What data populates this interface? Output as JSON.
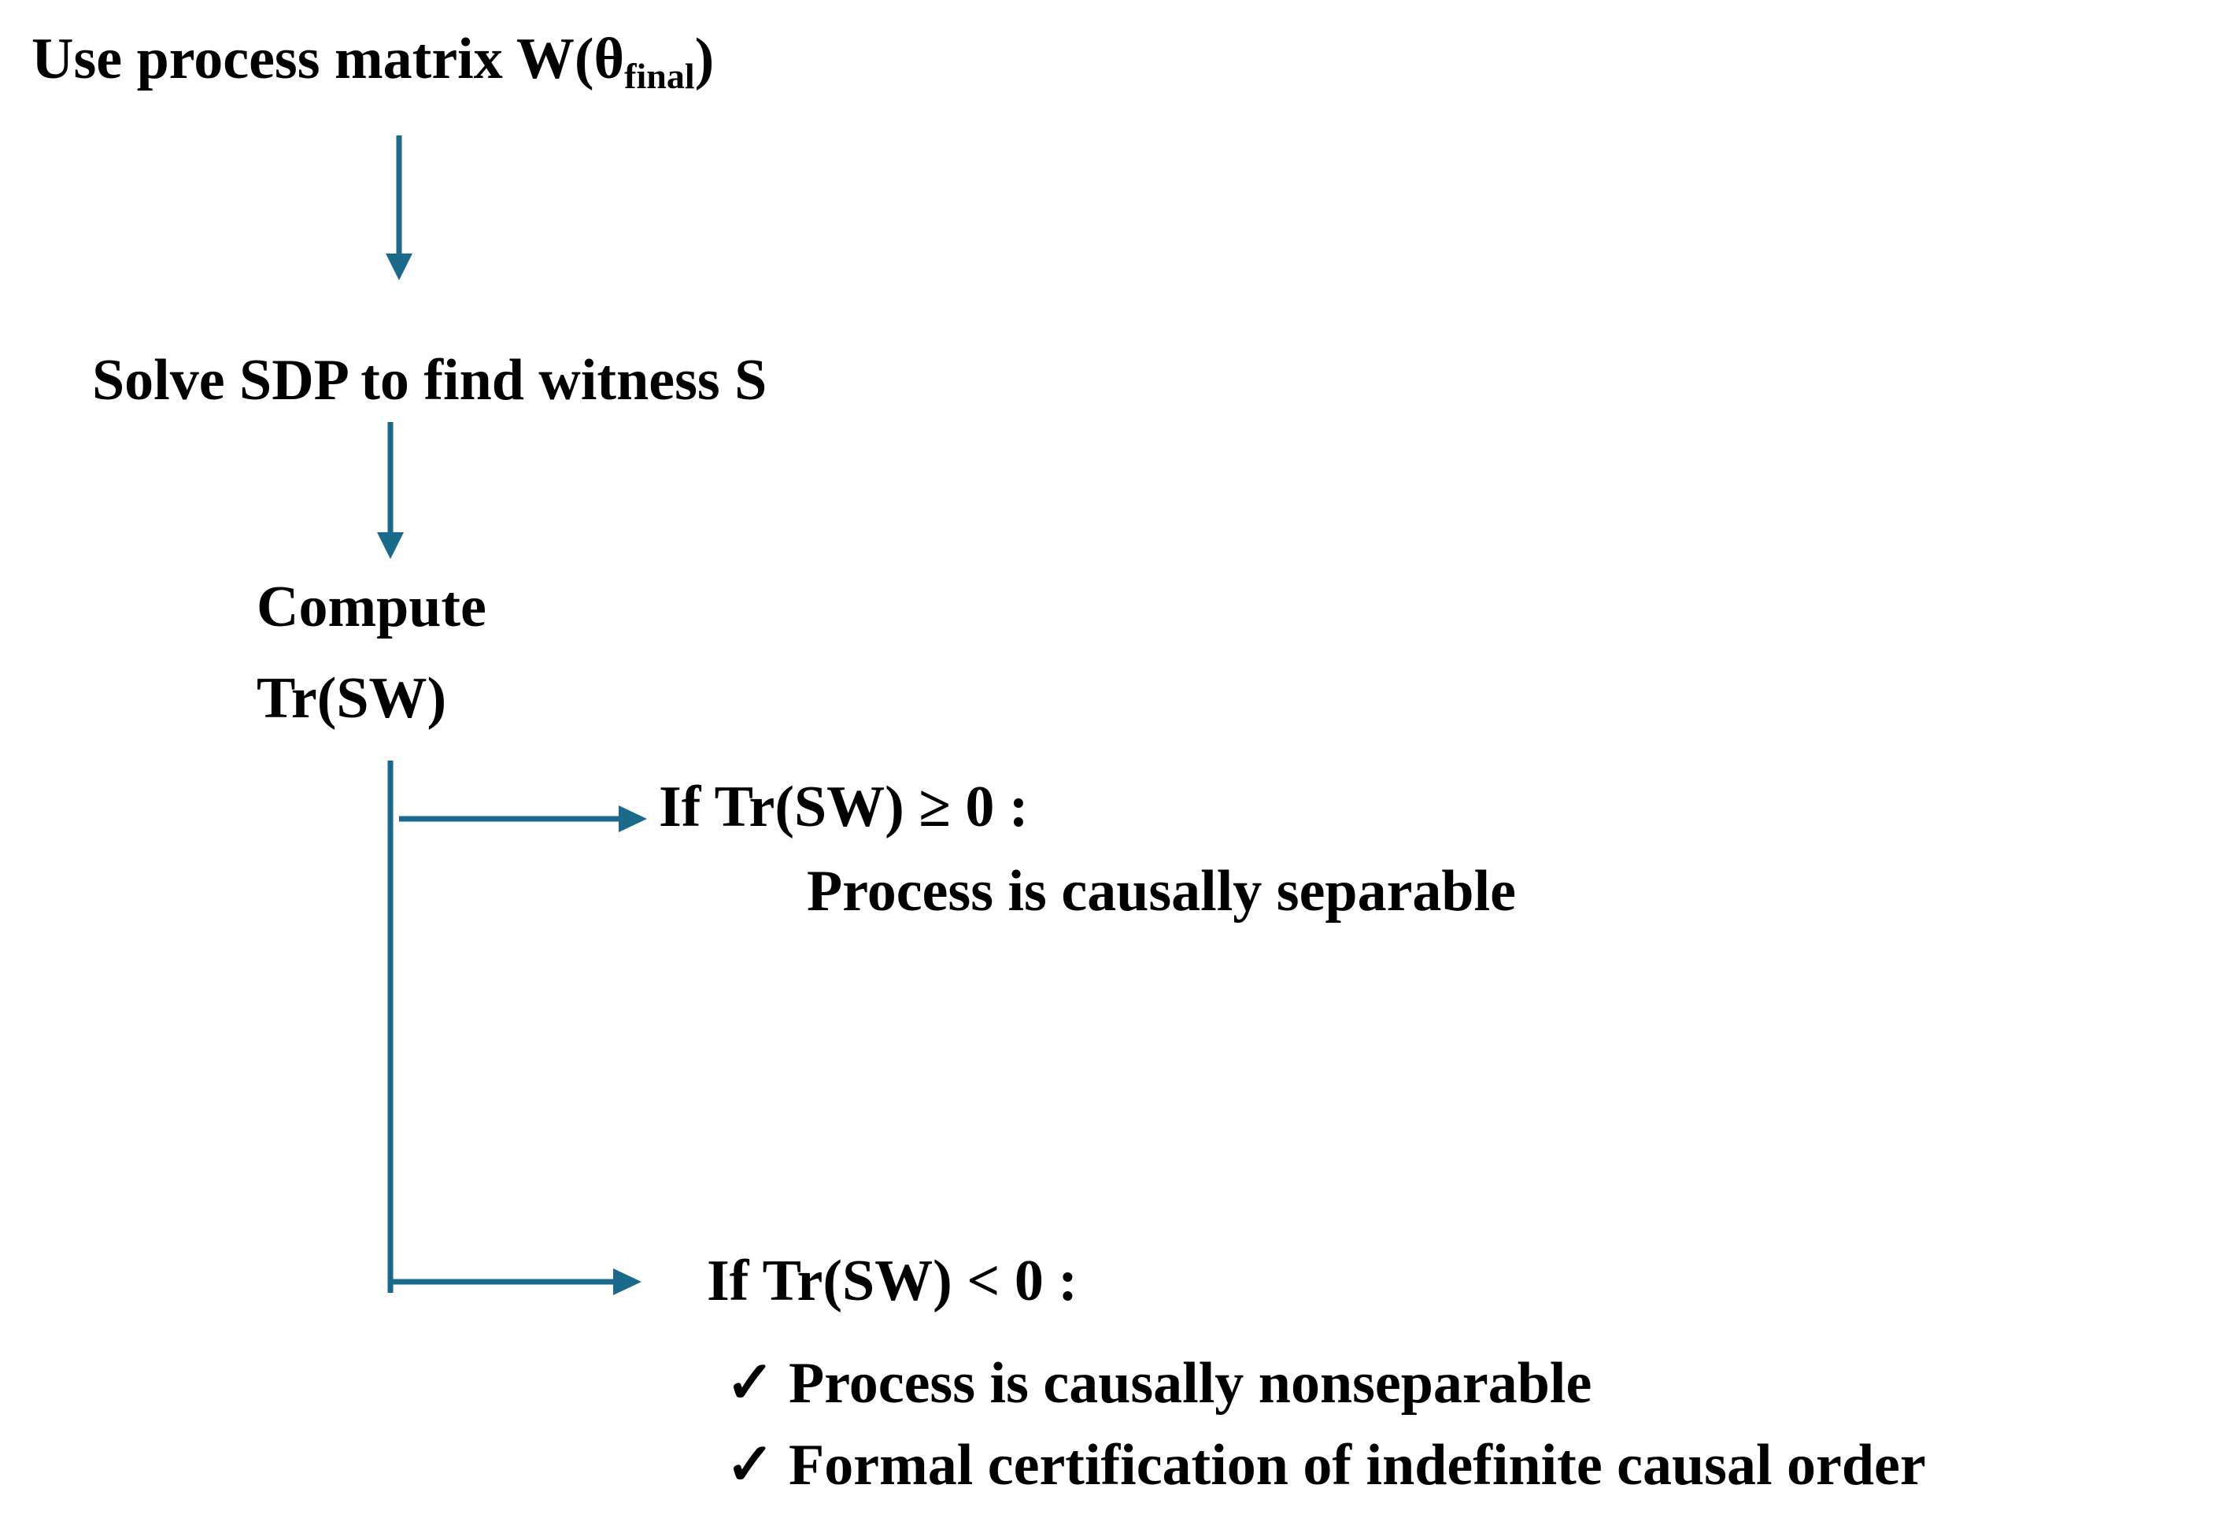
{
  "diagram": {
    "step1": {
      "text": "Use process matrix W(θ",
      "subscript": "final",
      "suffix": ")"
    },
    "step2": {
      "text": "Solve SDP to find witness S"
    },
    "step3": {
      "line1": "Compute",
      "line2": "Tr(SW)"
    },
    "branch_nonnegative": {
      "condition": "If Tr(SW) ≥ 0 :",
      "result": "Process is causally separable"
    },
    "branch_negative": {
      "condition": "If Tr(SW) < 0 :",
      "results": [
        {
          "mark": "✓",
          "text": "Process is causally nonseparable"
        },
        {
          "mark": "✓",
          "text": "Formal certification of indefinite causal order"
        }
      ]
    },
    "colors": {
      "connector": "#1a6a8c",
      "text": "#000000",
      "background": "#ffffff"
    }
  }
}
